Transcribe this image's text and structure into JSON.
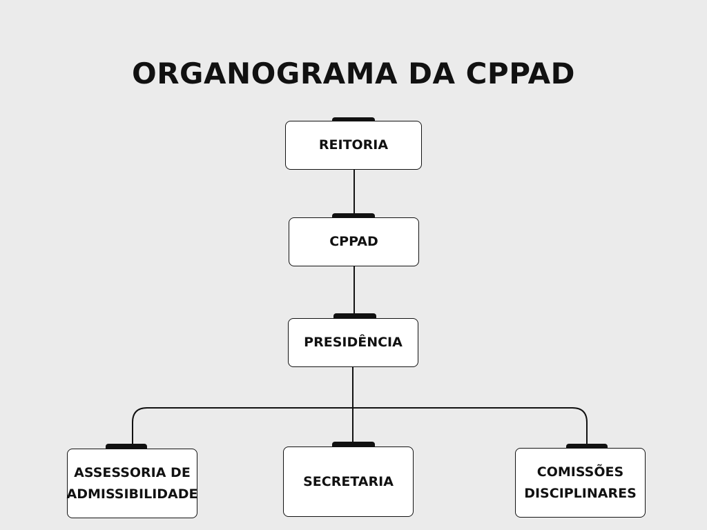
{
  "title": "ORGANOGRAMA DA CPPAD",
  "nodes": {
    "reitoria": "REITORIA",
    "cppad": "CPPAD",
    "presidencia": "PRESIDÊNCIA",
    "assessoria_line1": "ASSESSORIA DE",
    "assessoria_line2": "ADMISSIBILIDADE",
    "secretaria": "SECRETARIA",
    "comissoes_line1": "COMISSÕES",
    "comissoes_line2": "DISCIPLINARES"
  },
  "colors": {
    "background": "#ebebeb",
    "box": "#ffffff",
    "stroke": "#111111"
  }
}
